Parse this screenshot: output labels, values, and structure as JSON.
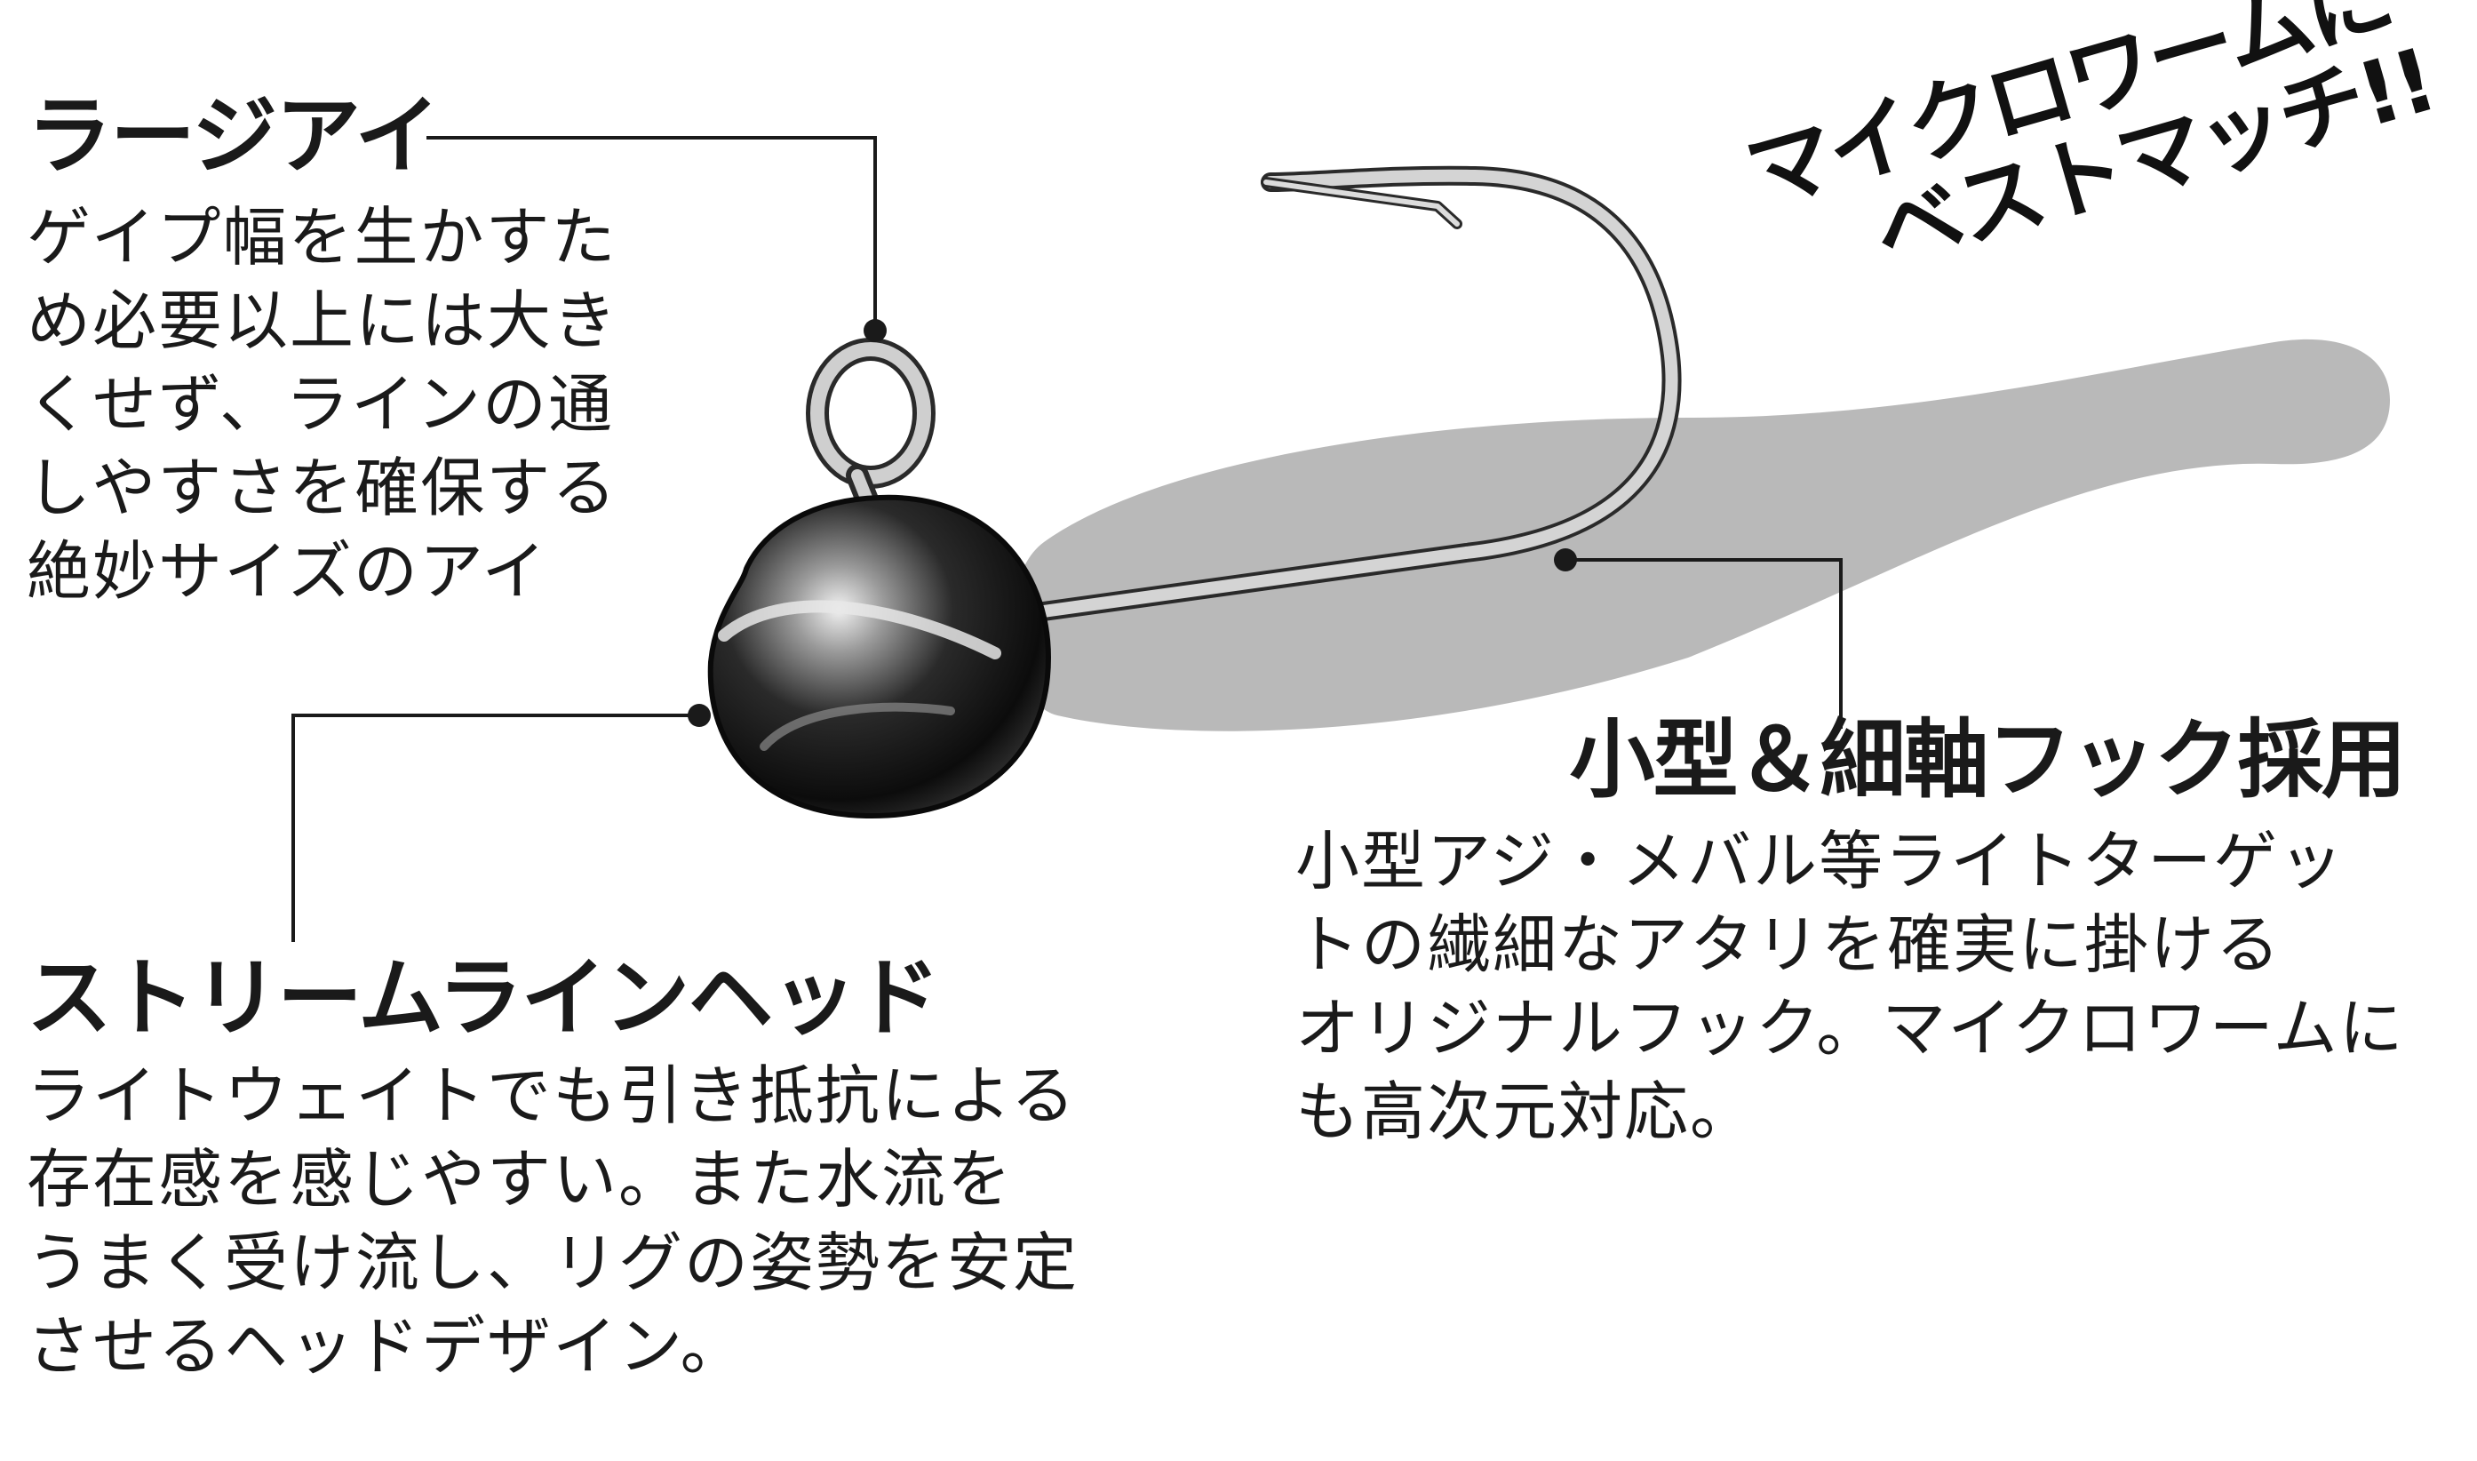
{
  "callouts": {
    "large_eye": {
      "title": "ラージアイ",
      "lines": [
        "ゲイプ幅を生かすた",
        "め必要以上には大き",
        "くせず、ラインの通",
        "しやすさを確保する",
        "絶妙サイズのアイ"
      ]
    },
    "streamline_head": {
      "title": "ストリームラインヘッド",
      "lines": [
        "ライトウェイトでも引き抵抗による",
        "存在感を感じやすい。また水流を",
        "うまく受け流し、リグの姿勢を安定",
        "させるヘッドデザイン。"
      ]
    },
    "hook": {
      "title": "小型＆細軸フック採用",
      "lines": [
        "小型アジ・メバル等ライトターゲッ",
        "トの繊細なアタリを確実に掛ける",
        "オリジナルフック。マイクロワームに",
        "も高次元対応。"
      ]
    }
  },
  "catch_copy": [
    "マイクロワームに",
    "ベストマッチ!!"
  ],
  "colors": {
    "text": "#1a1a1a",
    "worm": "#b9b9b9",
    "head_dark": "#141414",
    "hook_silver": "#c8c8c8",
    "leader_line": "#1a1a1a"
  }
}
